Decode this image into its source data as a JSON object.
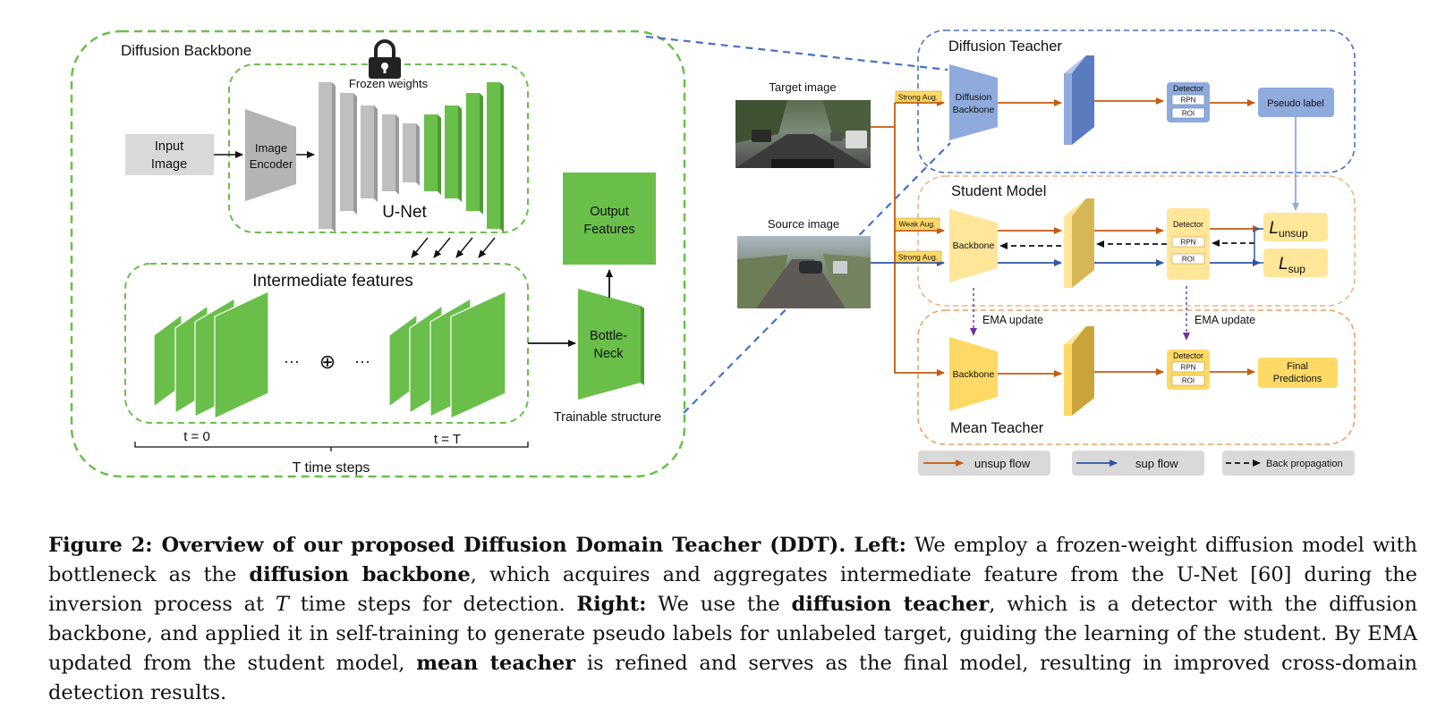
{
  "left": {
    "diffusion_backbone_label": "Diffusion Backbone",
    "frozen_weights": "Frozen weights",
    "input_image_line1": "Input",
    "input_image_line2": "Image",
    "image_encoder_line1": "Image",
    "image_encoder_line2": "Encoder",
    "unet": "U-Net",
    "intermediate_features": "Intermediate features",
    "dots": "···",
    "oplus": "⊕",
    "t0": "t = 0",
    "tT": "t = T",
    "t_steps": "T time steps",
    "output_line1": "Output",
    "output_line2": "Features",
    "bottleneck_line1": "Bottle-",
    "bottleneck_line2": "Neck",
    "trainable": "Trainable structure"
  },
  "right": {
    "diffusion_teacher": "Diffusion Teacher",
    "student_model": "Student Model",
    "mean_teacher": "Mean Teacher",
    "target_image": "Target image",
    "source_image": "Source image",
    "strong_aug": "Strong Aug.",
    "weak_aug": "Weak Aug.",
    "diffusion_bb_line1": "Diffusion",
    "diffusion_bb_line2": "Backbone",
    "backbone": "Backbone",
    "detector": "Detector",
    "rpn": "RPN",
    "roi": "ROI",
    "pseudo_label": "Pseudo label",
    "l_unsup_base": "L",
    "l_unsup_sub": "unsup",
    "l_sup_base": "L",
    "l_sup_sub": "sup",
    "ema_update": "EMA update",
    "final_line1": "Final",
    "final_line2": "Predictions"
  },
  "legend": {
    "unsup": "unsup flow",
    "sup": "sup flow",
    "back": "Back propagation"
  },
  "colors": {
    "green": "#6abf4b",
    "gray": "#bfbfbf",
    "blue_dash": "#4472c4",
    "orange_dash": "#f4b183",
    "orange_flow": "#c55a11",
    "blue_flow": "#2f55a4",
    "yellow": "#ffe699",
    "gold": "#ffd966",
    "purple": "#7030a0"
  },
  "caption": {
    "fig": "Figure 2: Overview of our proposed Diffusion Domain Teacher (DDT).",
    "left_label": "Left:",
    "s1": "We employ a frozen-weight diffusion model with bottleneck as the",
    "b1": "diffusion backbone",
    "s2": ", which acquires and aggregates intermediate feature from the U-Net [60] during the inversion process at",
    "T": "T",
    "s3": "time steps for detection.",
    "right_label": "Right:",
    "s4": "We use the",
    "b2": "diffusion teacher",
    "s5": ", which is a detector with the diffusion backbone, and applied it in self-training to generate pseudo labels for unlabeled target, guiding the learning of the student. By EMA updated from the student model,",
    "b3": "mean teacher",
    "s6": "is refined and serves as the final model, resulting in improved cross-domain detection results."
  }
}
